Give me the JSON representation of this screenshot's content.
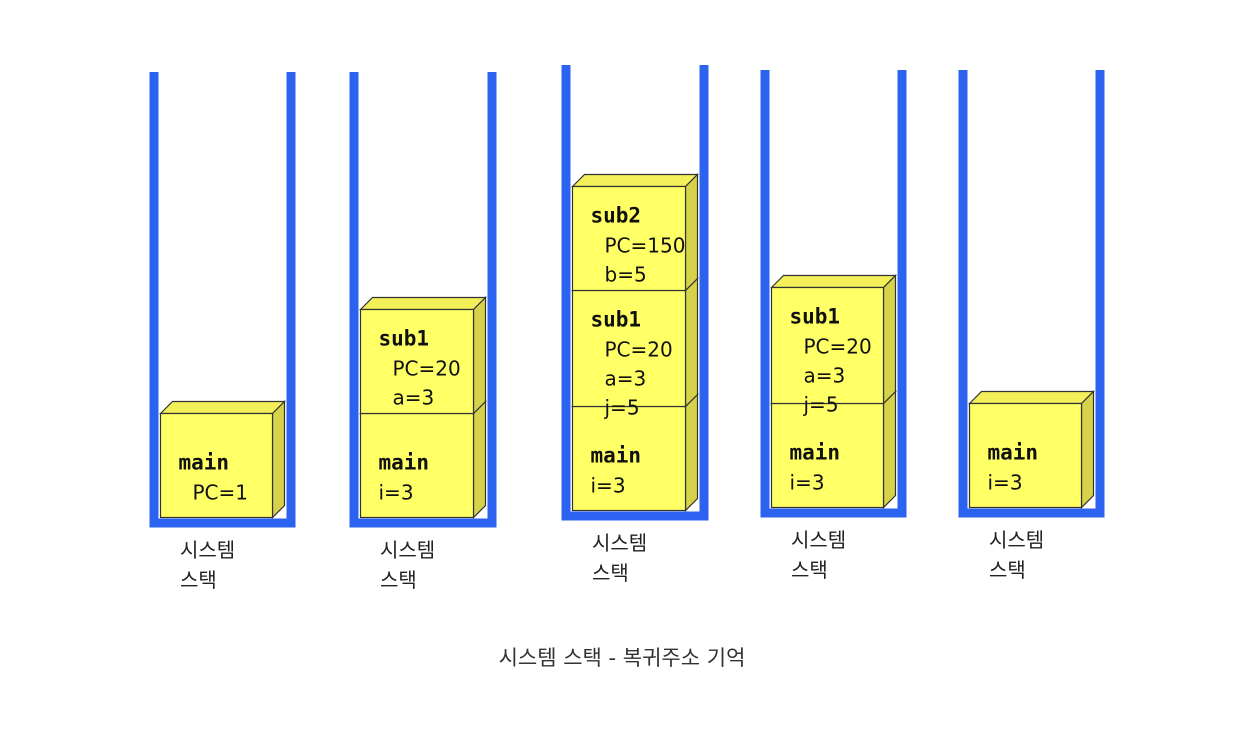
{
  "colors": {
    "stack_wall": "#2b63f0",
    "box_front": "#ffff66",
    "box_top": "#f4f05a",
    "box_side": "#d6d24a",
    "box_outline": "#333333"
  },
  "stacks": [
    {
      "label_lines": [
        "시스템",
        "스택"
      ],
      "frames": [
        {
          "title": "main",
          "lines": [
            "PC=1"
          ]
        }
      ]
    },
    {
      "label_lines": [
        "시스템",
        "스택"
      ],
      "frames": [
        {
          "title": "main",
          "lines": [
            "i=3"
          ]
        },
        {
          "title": "sub1",
          "lines": [
            "PC=20",
            "a=3"
          ]
        }
      ]
    },
    {
      "label_lines": [
        "시스템",
        "스택"
      ],
      "frames": [
        {
          "title": "main",
          "lines": [
            "i=3"
          ]
        },
        {
          "title": "sub1",
          "lines": [
            "PC=20",
            "a=3",
            "j=5"
          ]
        },
        {
          "title": "sub2",
          "lines": [
            "PC=150",
            "b=5"
          ]
        }
      ]
    },
    {
      "label_lines": [
        "시스템",
        "스택"
      ],
      "frames": [
        {
          "title": "main",
          "lines": [
            "i=3"
          ]
        },
        {
          "title": "sub1",
          "lines": [
            "PC=20",
            "a=3",
            "j=5"
          ]
        }
      ]
    },
    {
      "label_lines": [
        "시스템",
        "스택"
      ],
      "frames": [
        {
          "title": "main",
          "lines": [
            "i=3"
          ]
        }
      ]
    }
  ],
  "caption": "시스템 스택 - 복귀주소 기억"
}
